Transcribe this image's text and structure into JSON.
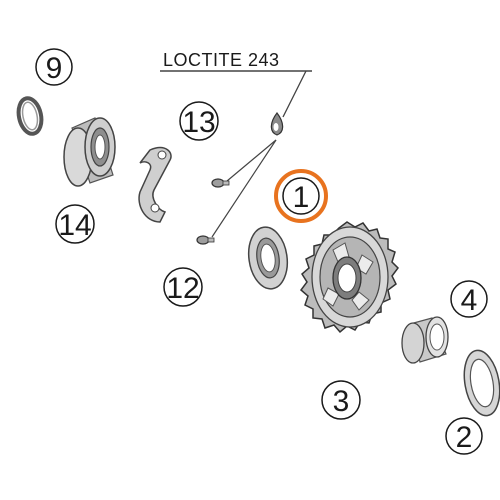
{
  "diagram": {
    "loctite_label": "LOCTITE 243",
    "highlight_color": "#e8731f",
    "callouts": {
      "c9": "9",
      "c13": "13",
      "c1": "1",
      "c14": "14",
      "c12": "12",
      "c4": "4",
      "c3": "3",
      "c2": "2"
    }
  }
}
